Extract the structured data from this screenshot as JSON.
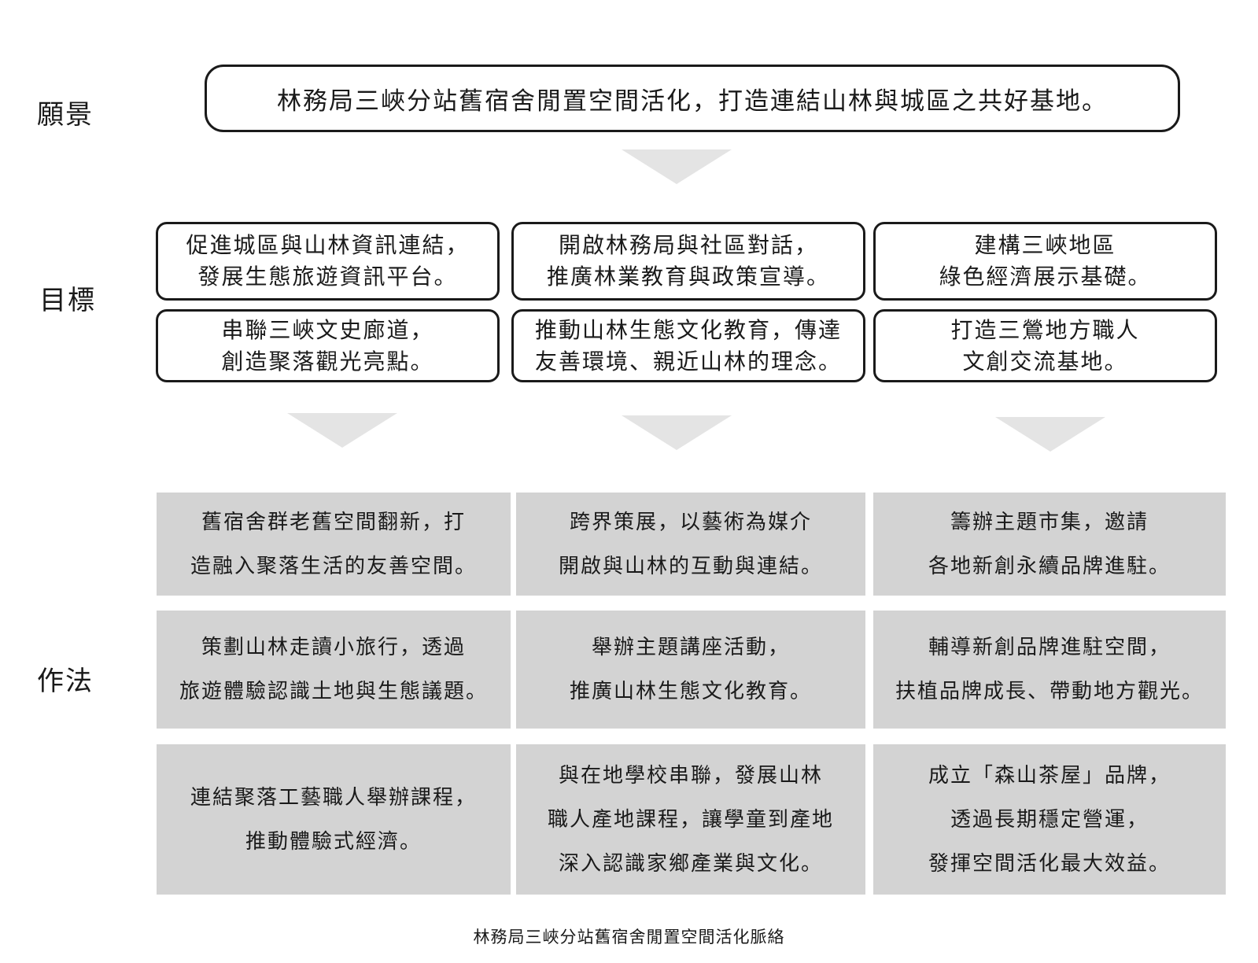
{
  "labels": {
    "vision": "願景",
    "goals": "目標",
    "actions": "作法"
  },
  "vision": "林務局三峽分站舊宿舍閒置空間活化，打造連結山林與城區之共好基地。",
  "goals": [
    [
      "促進城區與山林資訊連結，",
      "發展生態旅遊資訊平台。"
    ],
    [
      "開啟林務局與社區對話，",
      "推廣林業教育與政策宣導。"
    ],
    [
      "建構三峽地區",
      "綠色經濟展示基礎。"
    ],
    [
      "串聯三峽文史廊道，",
      "創造聚落觀光亮點。"
    ],
    [
      "推動山林生態文化教育，傳達",
      "友善環境、親近山林的理念。"
    ],
    [
      "打造三鶯地方職人",
      "文創交流基地。"
    ]
  ],
  "actions": [
    [
      "舊宿舍群老舊空間翻新，打",
      "造融入聚落生活的友善空間。"
    ],
    [
      "跨界策展，以藝術為媒介",
      "開啟與山林的互動與連結。"
    ],
    [
      "籌辦主題市集，邀請",
      "各地新創永續品牌進駐。"
    ],
    [
      "策劃山林走讀小旅行，透過",
      "旅遊體驗認識土地與生態議題。"
    ],
    [
      "舉辦主題講座活動，",
      "推廣山林生態文化教育。"
    ],
    [
      "輔導新創品牌進駐空間，",
      "扶植品牌成長、帶動地方觀光。"
    ],
    [
      "連結聚落工藝職人舉辦課程，",
      "推動體驗式經濟。"
    ],
    [
      "與在地學校串聯，發展山林",
      "職人產地課程，讓學童到產地",
      "深入認識家鄉產業與文化。"
    ],
    [
      "成立「森山茶屋」品牌，",
      "透過長期穩定營運，",
      "發揮空間活化最大效益。"
    ]
  ],
  "caption": "林務局三峽分站舊宿舍閒置空間活化脈絡"
}
